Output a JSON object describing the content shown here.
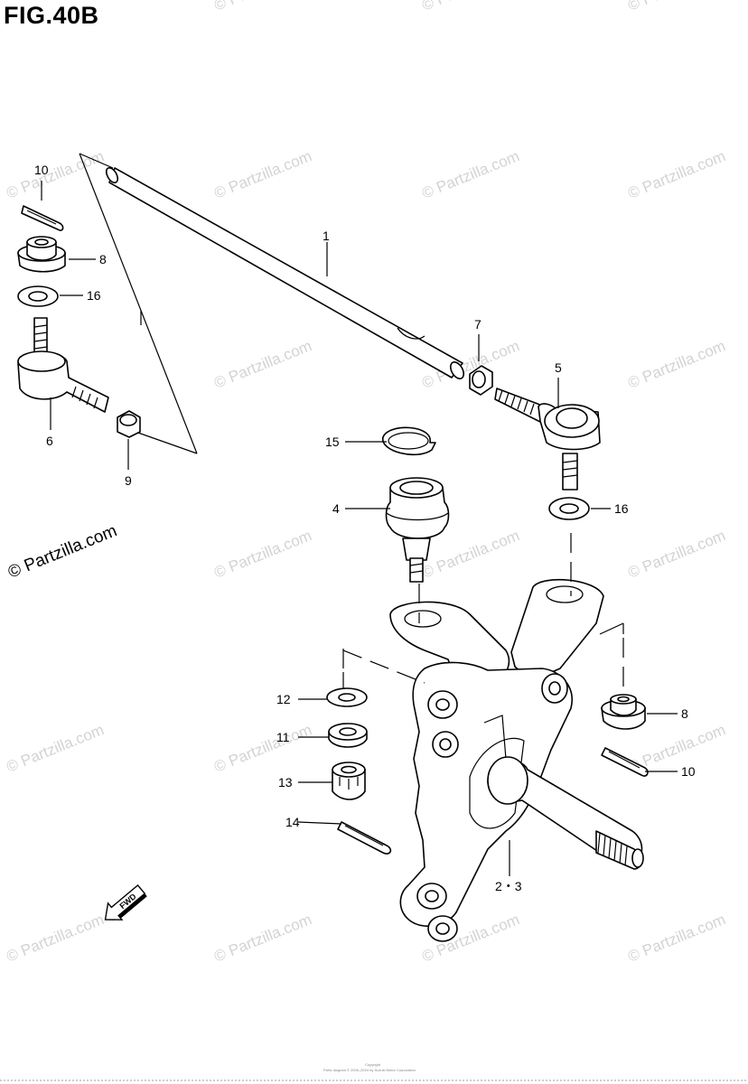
{
  "title": "FIG.40B",
  "watermark": "© Partzilla.com",
  "fwd_label": "FWD",
  "footer": {
    "line1": "Copyright",
    "line2": "Parts diagram © 2006–2024 by Suzuki Motor Corporation"
  },
  "callouts": {
    "c1": "1",
    "c7": "7",
    "c5": "5",
    "c10a": "10",
    "c8a": "8",
    "c16a": "16",
    "c6": "6",
    "c9": "9",
    "c15": "15",
    "c4": "4",
    "c16b": "16",
    "c12": "12",
    "c11": "11",
    "c13": "13",
    "c14": "14",
    "c8b": "8",
    "c10b": "10",
    "c23": "2・3"
  }
}
